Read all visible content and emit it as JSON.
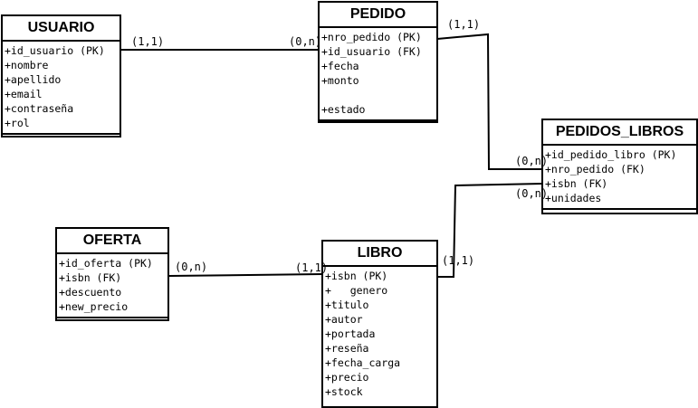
{
  "entities": {
    "usuario": {
      "name": "USUARIO",
      "attributes": [
        "+id_usuario (PK)",
        "+nombre",
        "+apellido",
        "+email",
        "+contraseña",
        "+rol"
      ]
    },
    "pedido": {
      "name": "PEDIDO",
      "attributes": [
        "+nro_pedido (PK)",
        "+id_usuario (FK)",
        "+fecha",
        "+monto",
        "+estado"
      ]
    },
    "pedidos_libros": {
      "name": "PEDIDOS_LIBROS",
      "attributes": [
        "+id_pedido_libro (PK)",
        "+nro_pedido (FK)",
        "+isbn (FK)",
        "+unidades"
      ]
    },
    "oferta": {
      "name": "OFERTA",
      "attributes": [
        "+id_oferta (PK)",
        "+isbn (FK)",
        "+descuento",
        "+new_precio"
      ]
    },
    "libro": {
      "name": "LIBRO",
      "attributes": [
        "+isbn (PK)",
        "+   genero",
        "+titulo",
        "+autor",
        "+portada",
        "+reseña",
        "+fecha_carga",
        "+precio",
        "+stock"
      ]
    }
  },
  "relationships": [
    {
      "from": "usuario",
      "to": "pedido",
      "from_card": "(1,1)",
      "to_card": "(0,n)"
    },
    {
      "from": "pedido",
      "to": "pedidos_libros",
      "from_card": "(1,1)",
      "to_card": "(0,n)"
    },
    {
      "from": "libro",
      "to": "pedidos_libros",
      "from_card": "(1,1)",
      "to_card": "(0,n)"
    },
    {
      "from": "oferta",
      "to": "libro",
      "from_card": "(0,n)",
      "to_card": "(1,1)"
    }
  ]
}
